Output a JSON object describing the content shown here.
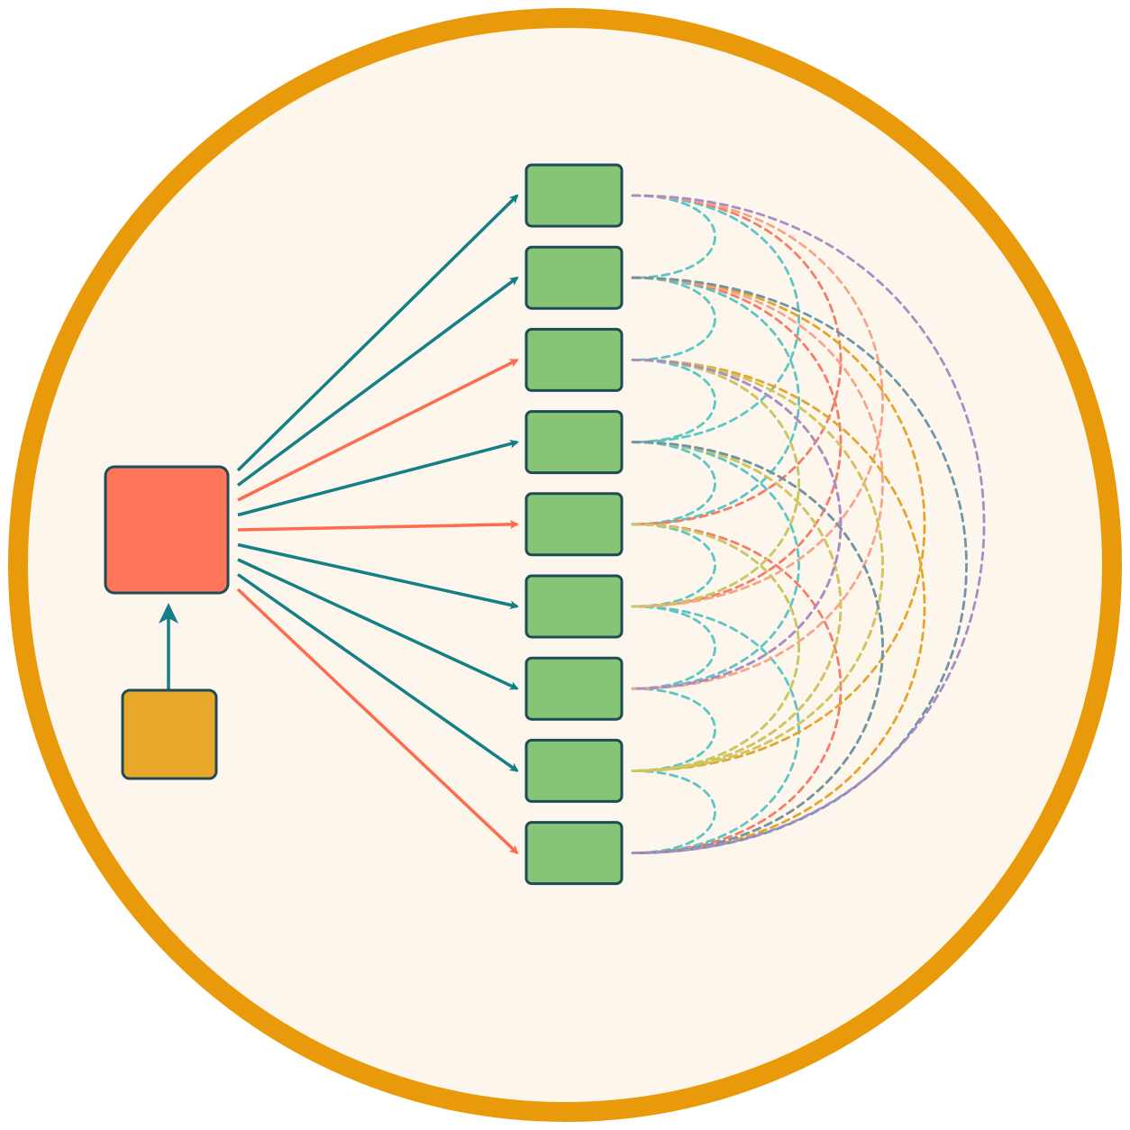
{
  "colors": {
    "frame_ring": "#E89A0A",
    "background": "#FDF6EC",
    "outline": "#1F4B55",
    "hub": "#FE7559",
    "source": "#E8A82A",
    "node": "#86C476",
    "arrow_teal": "#137F86",
    "arrow_coral": "#FE6B4E"
  },
  "nodes": {
    "hub": {
      "label": ""
    },
    "source": {
      "label": ""
    },
    "outputs": [
      {
        "id": 1,
        "label": "",
        "arrow": "teal"
      },
      {
        "id": 2,
        "label": "",
        "arrow": "teal"
      },
      {
        "id": 3,
        "label": "",
        "arrow": "coral"
      },
      {
        "id": 4,
        "label": "",
        "arrow": "teal"
      },
      {
        "id": 5,
        "label": "",
        "arrow": "coral"
      },
      {
        "id": 6,
        "label": "",
        "arrow": "teal"
      },
      {
        "id": 7,
        "label": "",
        "arrow": "teal"
      },
      {
        "id": 8,
        "label": "",
        "arrow": "teal"
      },
      {
        "id": 9,
        "label": "",
        "arrow": "coral"
      }
    ]
  },
  "connections": {
    "source_to_hub": {
      "from": "source",
      "to": "hub",
      "style": "solid",
      "color": "teal"
    },
    "pairwise_style": "dashed",
    "pairwise_colors": [
      "#5BC6C4",
      "#F47D67",
      "#E4A42E",
      "#CFC65C",
      "#A98BC6",
      "#6F95A8",
      "#F7A58A"
    ],
    "pairwise": [
      [
        1,
        2,
        0
      ],
      [
        2,
        3,
        0
      ],
      [
        3,
        4,
        0
      ],
      [
        4,
        5,
        0
      ],
      [
        5,
        6,
        0
      ],
      [
        6,
        7,
        0
      ],
      [
        7,
        8,
        0
      ],
      [
        8,
        9,
        0
      ],
      [
        1,
        4,
        0
      ],
      [
        2,
        5,
        0
      ],
      [
        3,
        6,
        0
      ],
      [
        4,
        7,
        0
      ],
      [
        5,
        8,
        0
      ],
      [
        6,
        9,
        0
      ],
      [
        1,
        5,
        1
      ],
      [
        2,
        6,
        1
      ],
      [
        3,
        7,
        1
      ],
      [
        4,
        8,
        1
      ],
      [
        5,
        9,
        1
      ],
      [
        2,
        7,
        6
      ],
      [
        3,
        8,
        6
      ],
      [
        4,
        9,
        6
      ],
      [
        1,
        6,
        6
      ],
      [
        2,
        8,
        2
      ],
      [
        3,
        9,
        2
      ],
      [
        3,
        8,
        3
      ],
      [
        4,
        9,
        3
      ],
      [
        3,
        6,
        3
      ],
      [
        5,
        8,
        3
      ],
      [
        4,
        8,
        3
      ],
      [
        2,
        9,
        5
      ],
      [
        4,
        9,
        5
      ],
      [
        1,
        9,
        4
      ],
      [
        3,
        7,
        4
      ]
    ]
  }
}
